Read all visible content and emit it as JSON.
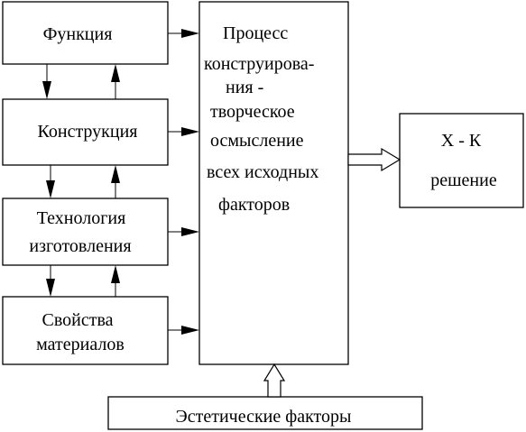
{
  "diagram": {
    "function_label": "Функция",
    "construction_label": "Конструкция",
    "technology_line1": "Технология",
    "technology_line2": "изготовления",
    "properties_line1": "Свойства",
    "properties_line2": "материалов",
    "process_line1": "Процесс",
    "process_line2": "конструирова-",
    "process_line3": "ния  -",
    "process_line4": "творческое",
    "process_line5": "осмысление",
    "process_line6": "всех исходных",
    "process_line7": "факторов",
    "result_line1": "Х - К",
    "result_line2": "решение",
    "aesthetic_label": "Эстетические факторы"
  }
}
